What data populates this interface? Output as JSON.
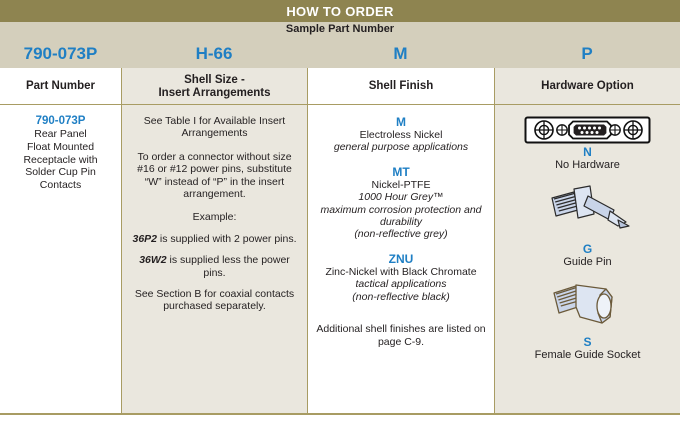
{
  "header": {
    "title": "HOW TO ORDER",
    "sample_label": "Sample Part Number",
    "accent_blue": "#1f7fc4",
    "olive": "#8e8450",
    "tan": "#d4cfbc",
    "beige": "#eae7de",
    "rule": "#a89c63"
  },
  "sample_part_number": {
    "codes": [
      "790-073P",
      "H-66",
      "M",
      "P"
    ]
  },
  "columns": [
    {
      "title": "Part Number"
    },
    {
      "title_line1": "Shell Size -",
      "title_line2": "Insert Arrangements"
    },
    {
      "title": "Shell Finish"
    },
    {
      "title": "Hardware Option"
    }
  ],
  "part_number": {
    "code": "790-073P",
    "description_lines": [
      "Rear Panel",
      "Float Mounted",
      "Receptacle with",
      "Solder Cup Pin",
      "Contacts"
    ]
  },
  "shell_size": {
    "blocks": [
      {
        "text": "See Table I for Available Insert Arrangements"
      },
      {
        "text": "To order a connector without size #16 or #12 power pins, substitute “W” instead of “P” in the insert arrangement."
      },
      {
        "text": "Example:"
      },
      {
        "bold_italic": "36P2",
        "text": " is supplied with 2 power pins."
      },
      {
        "bold_italic": "36W2",
        "text": " is supplied less the power pins."
      },
      {
        "text": "See Section B for coaxial contacts purchased separately."
      }
    ]
  },
  "shell_finish": {
    "finishes": [
      {
        "code": "M",
        "name": "Electroless Nickel",
        "italics": [
          "general purpose applications"
        ]
      },
      {
        "code": "MT",
        "name": "Nickel-PTFE",
        "italics": [
          "1000 Hour Grey™",
          "maximum corrosion protection and durability",
          "(non-reflective grey)"
        ]
      },
      {
        "code": "ZNU",
        "name": "Zinc-Nickel with Black Chromate",
        "italics": [
          "tactical applications",
          "(non-reflective black)"
        ]
      }
    ],
    "note": "Additional shell finishes are listed on page C-9."
  },
  "hardware_option": {
    "options": [
      {
        "icon": "d-sub-connector-icon",
        "code": "N",
        "name": "No Hardware"
      },
      {
        "icon": "guide-pin-icon",
        "code": "G",
        "name": "Guide Pin"
      },
      {
        "icon": "female-guide-socket-icon",
        "code": "S",
        "name": "Female Guide Socket"
      }
    ]
  }
}
